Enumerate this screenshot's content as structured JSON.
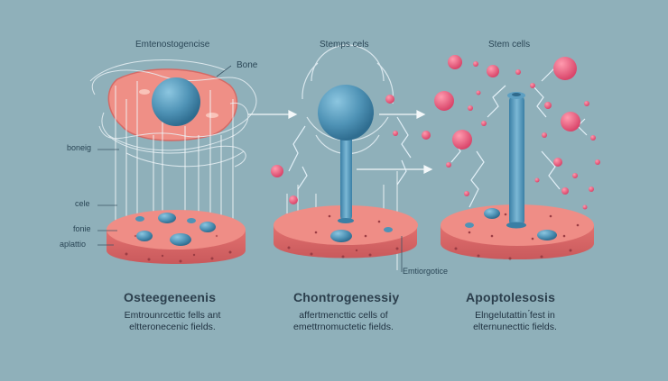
{
  "panels": [
    {
      "top_label": "Emtenostogencise",
      "side_labels": {
        "bone": "Bone",
        "boneig": "boneig",
        "cele": "cele",
        "fonie": "fonie",
        "aplattio": "aplattio"
      },
      "title": "Osteegeneenis",
      "desc_line1": "Emtrounrcettic fells ant",
      "desc_line2": "eltteronecenic fields."
    },
    {
      "top_label": "Stemps cels",
      "annotation": "Emtiorgotice",
      "title": "Chontrogenessiy",
      "desc_line1": "affertmencttic cells of",
      "desc_line2": "emettrnomuctetic fields."
    },
    {
      "top_label": "Stem cells",
      "title": "Apoptolesosis",
      "desc_line1": "Elngelutattin ́fest in",
      "desc_line2": "elternunecttic fields."
    }
  ],
  "colors": {
    "background": "#8fb0ba",
    "tissue": "#e8837f",
    "cell": "#4f93b6",
    "droplet": "#e05b78",
    "field_line": "#eef4f8"
  }
}
